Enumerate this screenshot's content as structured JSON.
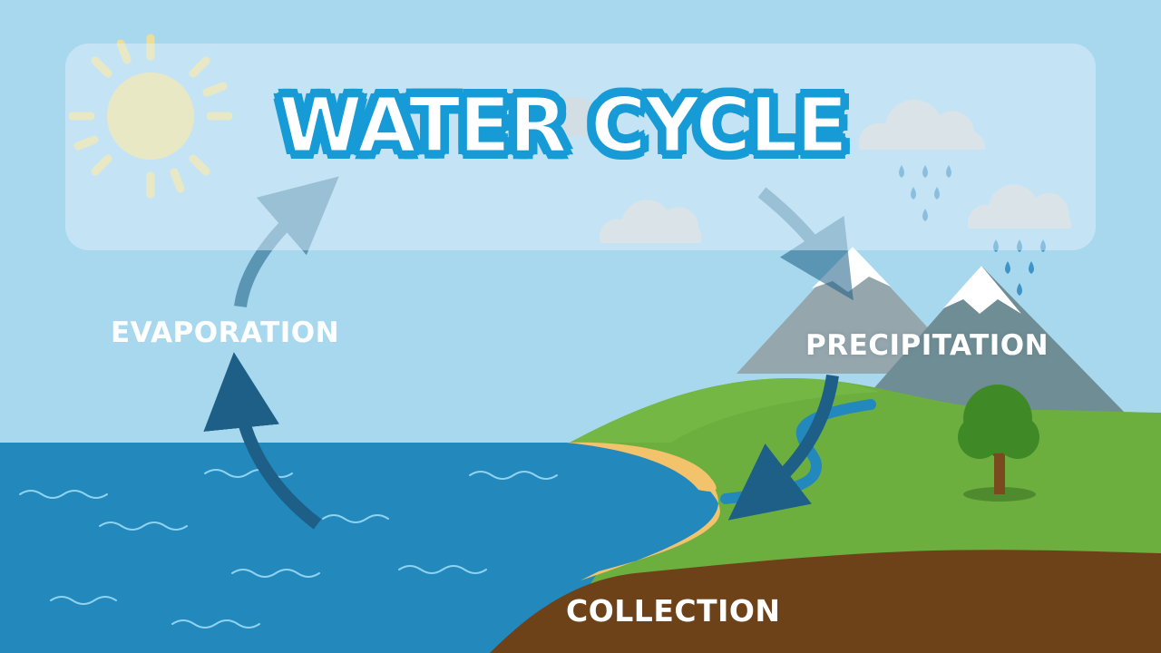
{
  "title": "WATER CYCLE",
  "stages": {
    "evaporation": "EVAPORATION",
    "precipitation": "PRECIPITATION",
    "collection": "COLLECTION"
  },
  "icons": [
    "sun-icon",
    "cloud-icon",
    "rain-drop-icon",
    "mountain-icon",
    "tree-icon",
    "cycle-arrow-icon"
  ],
  "colors": {
    "sky": "#a8d8ee",
    "sea": "#2389bd",
    "sand": "#f2c36b",
    "grass": "#6daf3f",
    "soil": "#6e4219",
    "mountain": "#8fa1a8",
    "snow": "#ffffff",
    "arrow": "#1d5f86",
    "title_fill": "#ffffff",
    "title_outline": "#169bd6",
    "sun": "#f6e08a"
  }
}
